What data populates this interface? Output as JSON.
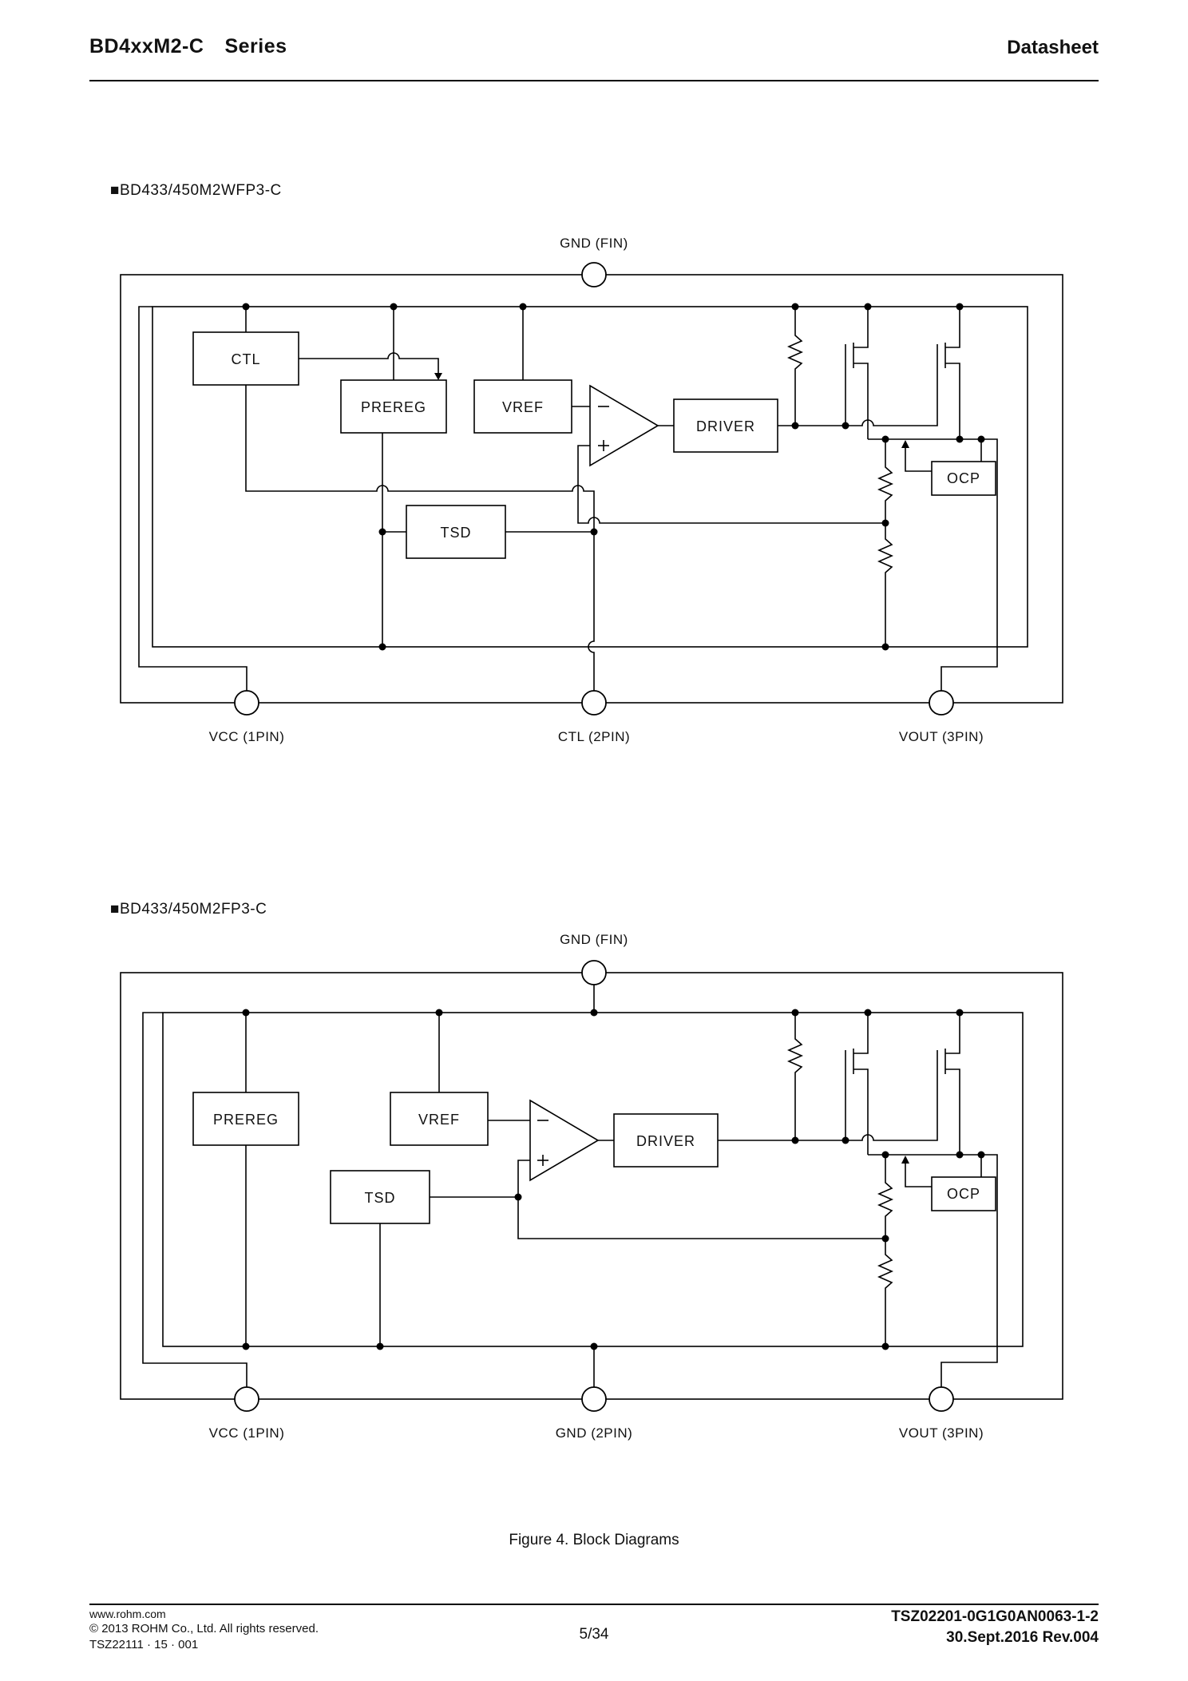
{
  "page": {
    "header": {
      "title_left": "BD4xxM2-C",
      "title_series": "Series",
      "title_right": "Datasheet"
    },
    "caption": "Figure 4. Block Diagrams",
    "footer": {
      "url": "www.rohm.com",
      "copyright": "© 2013 ROHM Co., Ltd. All rights reserved.",
      "doc_code": "TSZ22111 · 15 · 001",
      "page_number": "5/34",
      "ref": "TSZ02201-0G1G0AN0063-1-2",
      "revision": "30.Sept.2016 Rev.004"
    }
  },
  "diagram1": {
    "section_label": "■BD433/450M2WFP3-C",
    "top_pin": "GND (FIN)",
    "blocks": {
      "ctl": "CTL",
      "prereg": "PREREG",
      "vref": "VREF",
      "tsd": "TSD",
      "driver": "DRIVER",
      "ocp": "OCP"
    },
    "pins": [
      "VCC (1PIN)",
      "CTL (2PIN)",
      "VOUT (3PIN)"
    ]
  },
  "diagram2": {
    "section_label": "■BD433/450M2FP3-C",
    "top_pin": "GND (FIN)",
    "blocks": {
      "prereg": "PREREG",
      "vref": "VREF",
      "tsd": "TSD",
      "driver": "DRIVER",
      "ocp": "OCP"
    },
    "pins": [
      "VCC (1PIN)",
      "GND (2PIN)",
      "VOUT (3PIN)"
    ]
  }
}
